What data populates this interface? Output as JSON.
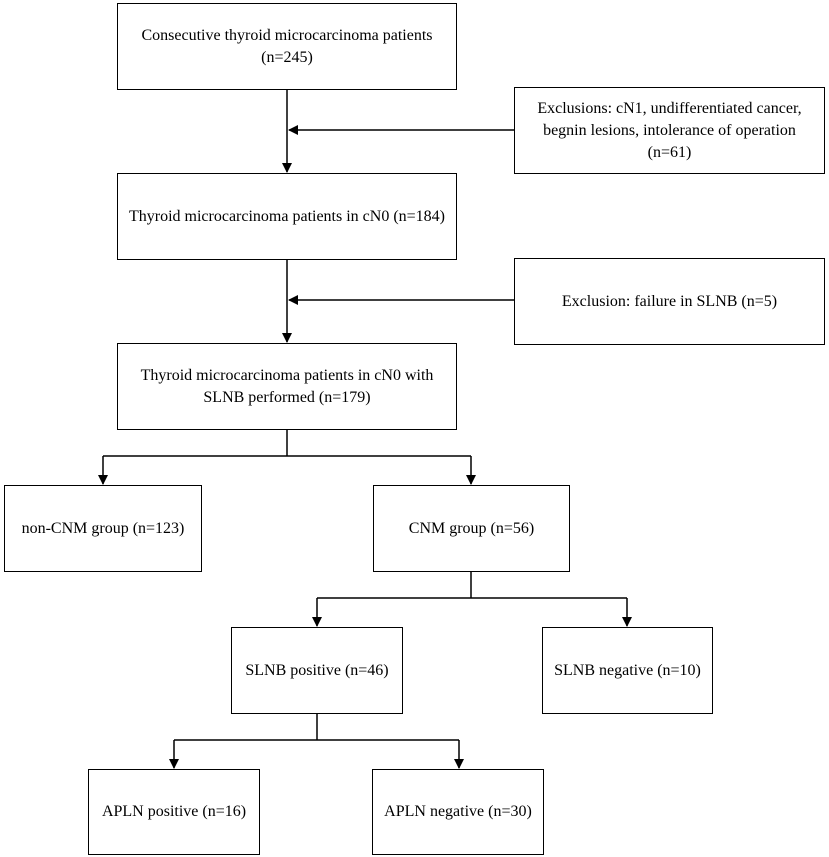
{
  "flowchart": {
    "start": {
      "line1": "Consecutive thyroid microcarcinoma patients",
      "line2": "(n=245)"
    },
    "exclusion1": {
      "line1": "Exclusions: cN1, undifferentiated cancer,",
      "line2": "begnin lesions, intolerance of operation",
      "line3": "(n=61)"
    },
    "cn0": {
      "label": "Thyroid microcarcinoma patients in cN0 (n=184)"
    },
    "exclusion2": {
      "label": "Exclusion: failure in SLNB (n=5)"
    },
    "slnb_performed": {
      "line1": "Thyroid microcarcinoma patients in cN0 with",
      "line2": "SLNB performed (n=179)"
    },
    "non_cnm": {
      "label": "non-CNM group (n=123)"
    },
    "cnm": {
      "label": "CNM group (n=56)"
    },
    "slnb_positive": {
      "label": "SLNB positive (n=46)"
    },
    "slnb_negative": {
      "label": "SLNB negative (n=10)"
    },
    "apln_positive": {
      "label": "APLN positive (n=16)"
    },
    "apln_negative": {
      "label": "APLN negative (n=30)"
    }
  }
}
